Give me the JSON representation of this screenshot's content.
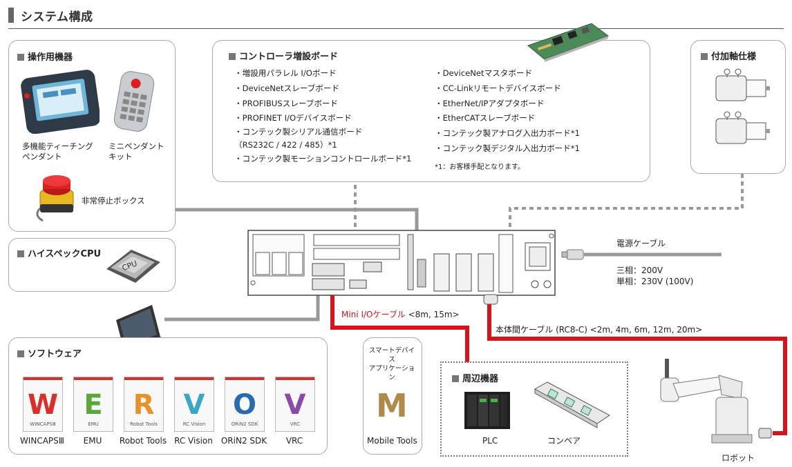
{
  "page_title": "システム構成",
  "sections": {
    "teach": {
      "heading": "操作用機器",
      "pendant_label": "多機能ティーチング\nペンダント",
      "mini_label": "ミニペンダント\nキット",
      "estop_label": "非常停止ボックス"
    },
    "cpu": {
      "heading": "ハイスペックCPU",
      "chip_text": "CPU"
    },
    "boards": {
      "heading": "コントローラ増設ボード",
      "left_items": [
        "・増設用パラレル I/Oボード",
        "・DeviceNetスレーブボード",
        "・PROFIBUSスレーブボード",
        "・PROFINET I/Oデバイスボード",
        "・コンテック製シリアル通信ボード",
        "（RS232C / 422 / 485）*1",
        "・コンテック製モーションコントロールボード*1"
      ],
      "right_items": [
        "・DeviceNetマスタボード",
        "・CC-Linkリモートデバイスボード",
        "・EtherNet/IPアダプタボード",
        "・EtherCATスレーブボード",
        "・コンテック製アナログ入出力ボード*1",
        "・コンテック製デジタル入出力ボード*1"
      ],
      "footnote": "*1：お客様手配となります。"
    },
    "axis": {
      "heading": "付加軸仕様"
    },
    "software": {
      "heading": "ソフトウェア",
      "items": [
        {
          "label": "WINCAPSⅢ",
          "glyph": "W",
          "sub": "WINCAPSⅢ",
          "color": "#d9302c"
        },
        {
          "label": "EMU",
          "glyph": "E",
          "sub": "EMU",
          "color": "#5aa83a"
        },
        {
          "label": "Robot Tools",
          "glyph": "R",
          "sub": "Robot Tools",
          "color": "#e8902a"
        },
        {
          "label": "RC Vision",
          "glyph": "V",
          "sub": "RC Vision",
          "color": "#3aa6c8"
        },
        {
          "label": "ORiN2 SDK",
          "glyph": "O",
          "sub": "ORiN2 SDK",
          "color": "#2a6ab0"
        },
        {
          "label": "VRC",
          "glyph": "V",
          "sub": "VRC",
          "color": "#8a4aa8"
        }
      ]
    },
    "mobile": {
      "heading": "スマートデバイス\nアプリケーション",
      "glyph": "M",
      "label": "Mobile Tools"
    },
    "peripheral": {
      "heading": "周辺機器",
      "plc_label": "PLC",
      "conveyor_label": "コンベア"
    }
  },
  "cables": {
    "power_title": "電源ケーブル",
    "power_spec1": "三相：200V",
    "power_spec2": "単相：230V (100V)",
    "mini_io_name": "Mini I/Oケーブル",
    "mini_io_len": "<8m, 15m>",
    "robot_cable": "本体間ケーブル (RC8-C) <2m, 4m, 6m, 12m, 20m>"
  },
  "robot_label": "ロボット",
  "colors": {
    "red_cable": "#d8141b",
    "gray_cable": "#999999"
  }
}
